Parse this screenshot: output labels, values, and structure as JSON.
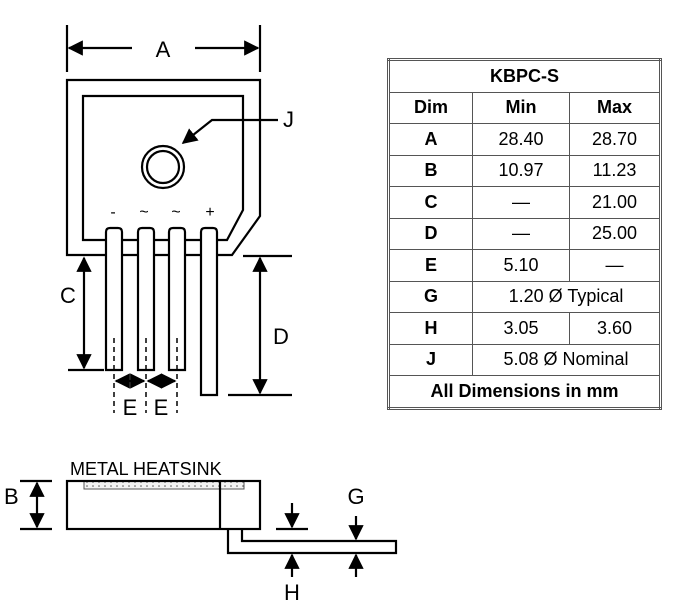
{
  "table": {
    "title": "KBPC-S",
    "columns": [
      "Dim",
      "Min",
      "Max"
    ],
    "rows": [
      {
        "dim": "A",
        "min": "28.40",
        "max": "28.70"
      },
      {
        "dim": "B",
        "min": "10.97",
        "max": "11.23"
      },
      {
        "dim": "C",
        "min": "—",
        "max": "21.00"
      },
      {
        "dim": "D",
        "min": "—",
        "max": "25.00"
      },
      {
        "dim": "E",
        "min": "5.10",
        "max": "—"
      },
      {
        "dim": "G",
        "merged": "1.20 Ø Typical"
      },
      {
        "dim": "H",
        "min": "3.05",
        "max": "3.60"
      },
      {
        "dim": "J",
        "merged": "5.08 Ø Nominal"
      }
    ],
    "footer": "All Dimensions in mm"
  },
  "top_view": {
    "labels": {
      "a": "A",
      "j": "J",
      "c": "C",
      "d": "D",
      "e1": "E",
      "e2": "E"
    },
    "pins": [
      "-",
      "~",
      "~",
      "+"
    ]
  },
  "side_view": {
    "heatsink_label": "METAL HEATSINK",
    "labels": {
      "b": "B",
      "g": "G",
      "h": "H"
    }
  }
}
